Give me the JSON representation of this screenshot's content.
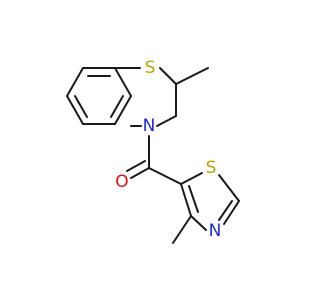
{
  "molecule": {
    "atoms": {
      "S1": {
        "symbol": "S",
        "color": "#b8a500"
      },
      "N4": {
        "symbol": "N",
        "color": "#1f2bd6"
      },
      "O": {
        "symbol": "O",
        "color": "#e01010"
      },
      "S_thiazole": {
        "symbol": "S",
        "color": "#b8a500"
      },
      "N_thiazole": {
        "symbol": "N",
        "color": "#1f2bd6"
      }
    },
    "bond_color": "#1a1a1a"
  }
}
